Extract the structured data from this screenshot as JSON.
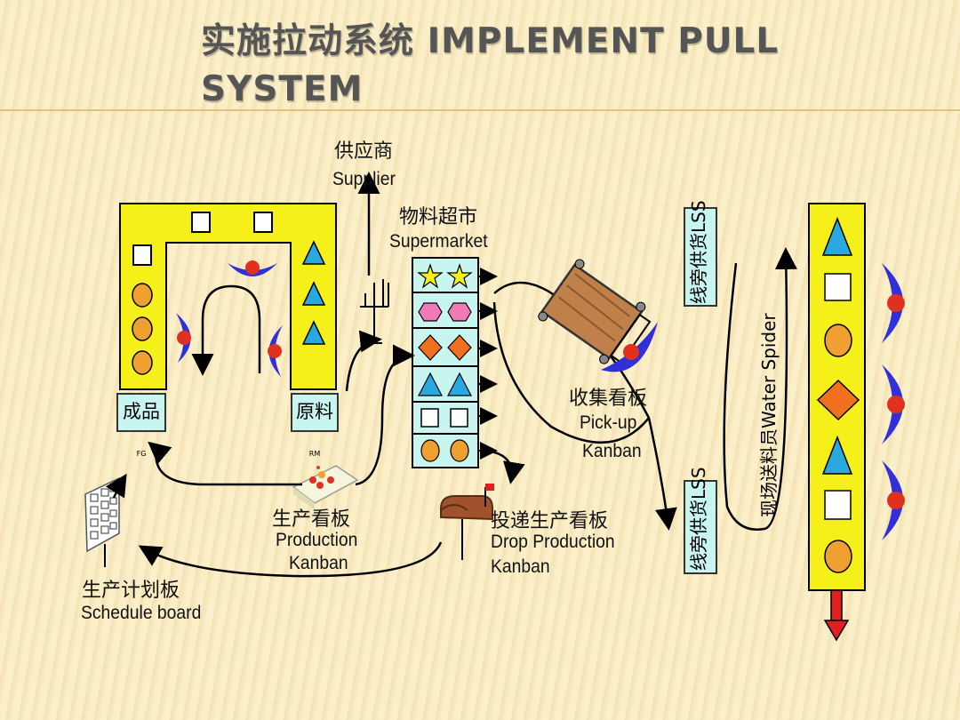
{
  "title": {
    "line1": "实施拉动系统  IMPLEMENT PULL",
    "line2": "SYSTEM"
  },
  "supplier": {
    "zh": "供应商",
    "en": "Supplier"
  },
  "supermarket": {
    "zh": "物料超市",
    "en": "Supermarket"
  },
  "finished_goods": {
    "zh": "成品",
    "sub": "FG"
  },
  "raw_material": {
    "zh": "原料",
    "sub": "RM"
  },
  "production_kanban": {
    "zh": "生产看板",
    "en1": "Production",
    "en2": "Kanban"
  },
  "drop_kanban": {
    "zh": "投递生产看板",
    "en1": "Drop Production",
    "en2": "Kanban"
  },
  "schedule_board": {
    "zh": "生产计划板",
    "en": "Schedule board"
  },
  "pickup_kanban": {
    "zh": "收集看板",
    "en1": "Pick-up",
    "en2": "Kanban"
  },
  "lss_top": "线旁供货LSS",
  "lss_bottom": "线旁供货LSS",
  "water_spider": "现场送料员Water Spider",
  "colors": {
    "yellow": "#f5f019",
    "cyan": "#c8f5ef",
    "orange": "#f0a030",
    "blue": "#2aa8e0",
    "pink": "#f07ab8",
    "red": "#e03020",
    "operator_blue": "#3030d8"
  }
}
